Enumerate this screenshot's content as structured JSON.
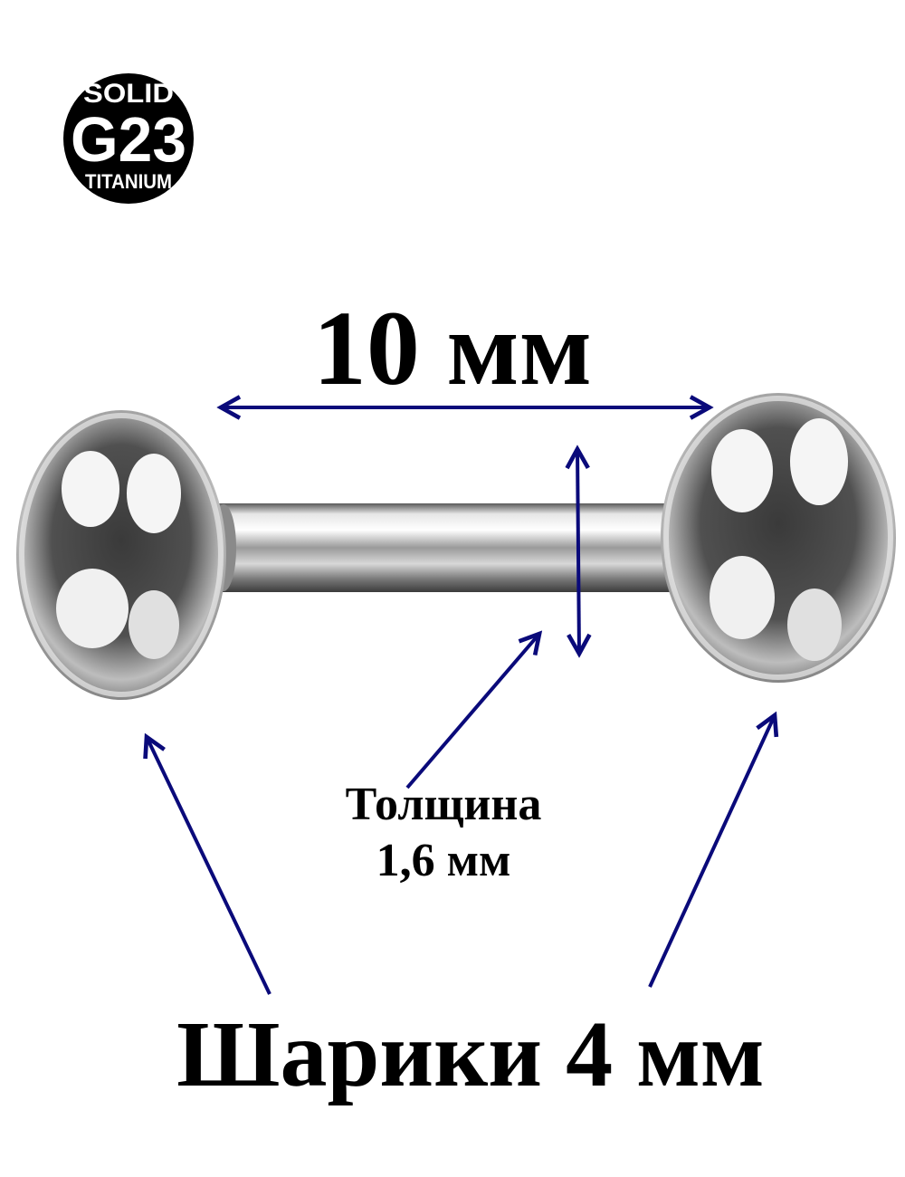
{
  "badge": {
    "line1": "SOLID",
    "line2": "G23",
    "line3": "TITANIUM"
  },
  "dimensions": {
    "length": "10 мм",
    "thickness_line1": "Толщина",
    "thickness_line2": "1,6 мм",
    "balls": "Шарики 4 мм"
  },
  "colors": {
    "arrow": "#0a0a7a",
    "badge": "#000000",
    "metal_light": "#f2f2f2",
    "metal_dark": "#2f2f2f"
  }
}
